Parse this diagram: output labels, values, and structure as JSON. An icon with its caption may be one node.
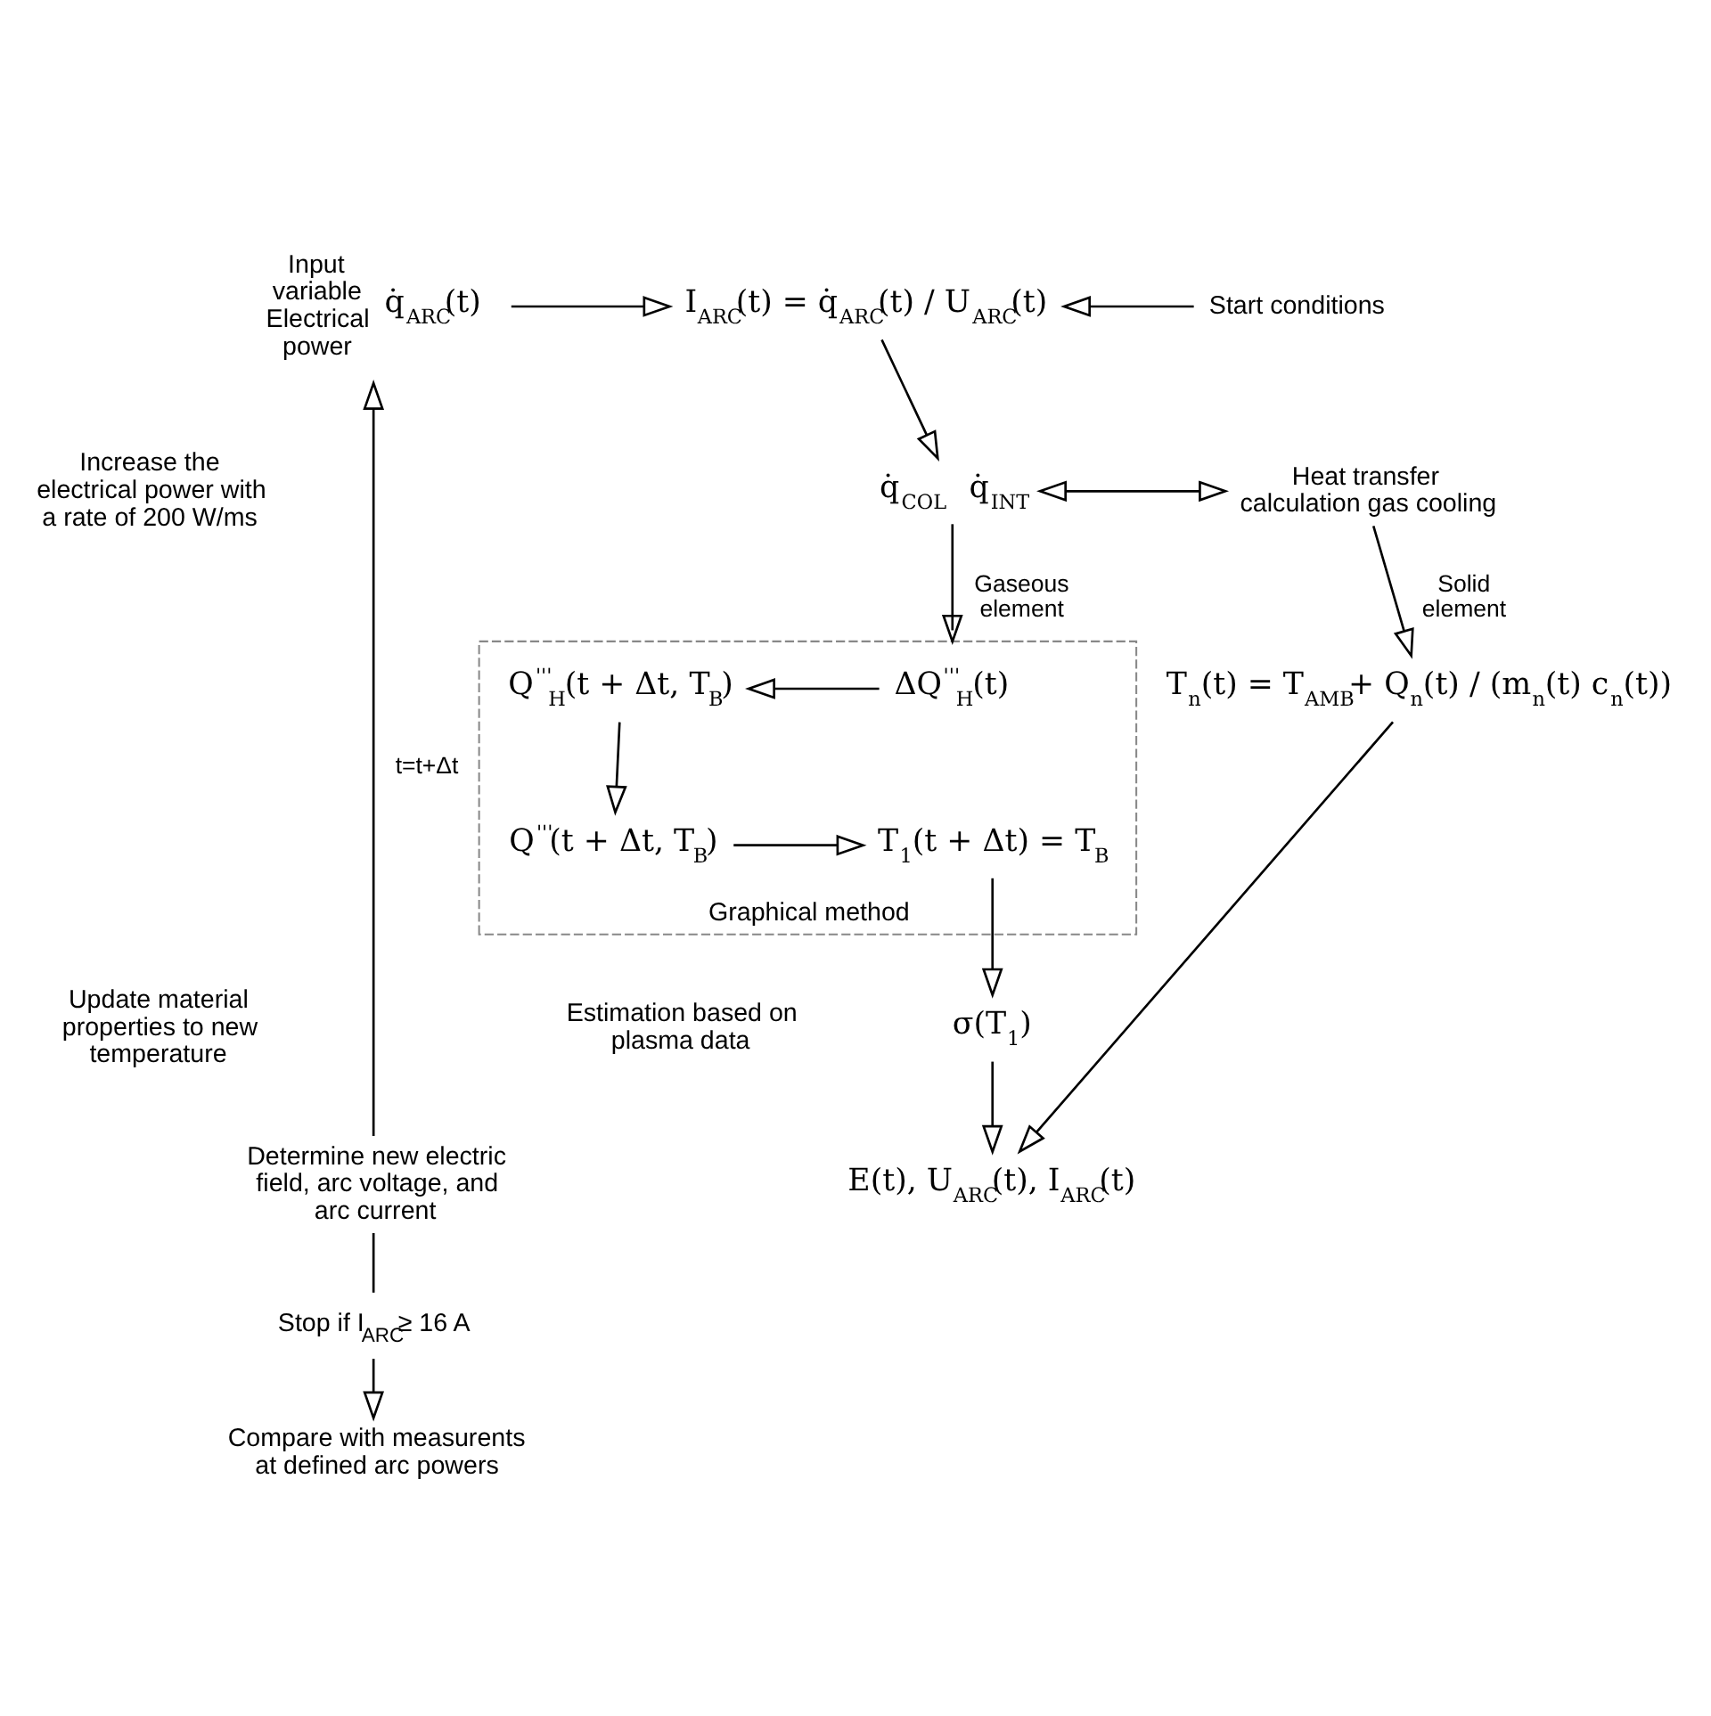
{
  "diagram": {
    "nodes": [
      {
        "text": [
          "q̇$_{ARC}$(t)"
        ],
        "beside": [
          "Input variable Electrical power"
        ]
      },
      {
        "text": [
          "I$_{ARC}$(t) = q̇$_{ARC}$(t) / U$_{ARC}$(t)"
        ]
      },
      {
        "text": [
          "Start conditions"
        ]
      },
      {
        "text": [
          "q̇$_{COL}$   q̇$_{INT}$"
        ]
      },
      {
        "text": [
          "Heat transfer calculation gas cooling"
        ]
      },
      {
        "text": [
          "Graphical method"
        ]
      },
      {
        "text": [
          "Q$^{'''}$$_{H}$(t + Δt, T$_{B}$)"
        ],
        "in": 5
      },
      {
        "text": [
          "ΔQ$^{'''}$$_{H}$(t)"
        ],
        "in": 5
      },
      {
        "text": [
          "Q$^{'''}$(t + Δt, T$_{B}$)"
        ],
        "in": 5
      },
      {
        "text": [
          "T$_{1}$(t + Δt) = T$_{B}$"
        ],
        "in": 5
      },
      {
        "text": [
          "σ(T$_{1}$)"
        ]
      },
      {
        "text": [
          "T$_{n}$(t) = T$_{AMB}$+ Q$_{n}$(t) / (m$_{n}$(t) c$_{n}$(t))"
        ]
      },
      {
        "text": [
          "E(t), U$_{ARC}$(t), I$_{ARC}$(t)"
        ]
      },
      {
        "text": [
          "Determine new electric field, arc voltage, and arc current"
        ]
      },
      {
        "text": [
          "Stop if I$_{ARC}$≥ 16 A"
        ]
      },
      {
        "text": [
          "Compare with measurents at defined arc powers"
        ]
      }
    ],
    "edges": [
      {
        "from": 0,
        "to": 1,
        "arrow": "to"
      },
      {
        "from": 2,
        "to": 1,
        "arrow": "to"
      },
      {
        "from": 1,
        "to": 3,
        "arrow": "to"
      },
      {
        "from": 3,
        "to": 4,
        "arrow": "both"
      },
      {
        "from": 3,
        "to": 5,
        "arrow": "to",
        "label": "Gaseous element"
      },
      {
        "from": 7,
        "to": 6,
        "arrow": "to"
      },
      {
        "from": 6,
        "to": 8,
        "arrow": "to"
      },
      {
        "from": 8,
        "to": 9,
        "arrow": "to"
      },
      {
        "from": 9,
        "to": 10,
        "arrow": "to"
      },
      {
        "from": 4,
        "to": 11,
        "arrow": "to",
        "label": "Solid element"
      },
      {
        "from": 10,
        "to": 12,
        "arrow": "to"
      },
      {
        "from": 11,
        "to": 12,
        "arrow": "to"
      },
      {
        "from": 13,
        "to": 0,
        "arrow": "to",
        "label": "t=t+Δt"
      },
      {
        "from": 13,
        "to": 14,
        "arrow": "none"
      },
      {
        "from": 14,
        "to": 15,
        "arrow": "to"
      }
    ],
    "labels": [
      "Increase the electrical power with a rate of 200 W/ms",
      "Update material properties to new temperature",
      "Estimation based on plasma data"
    ]
  }
}
